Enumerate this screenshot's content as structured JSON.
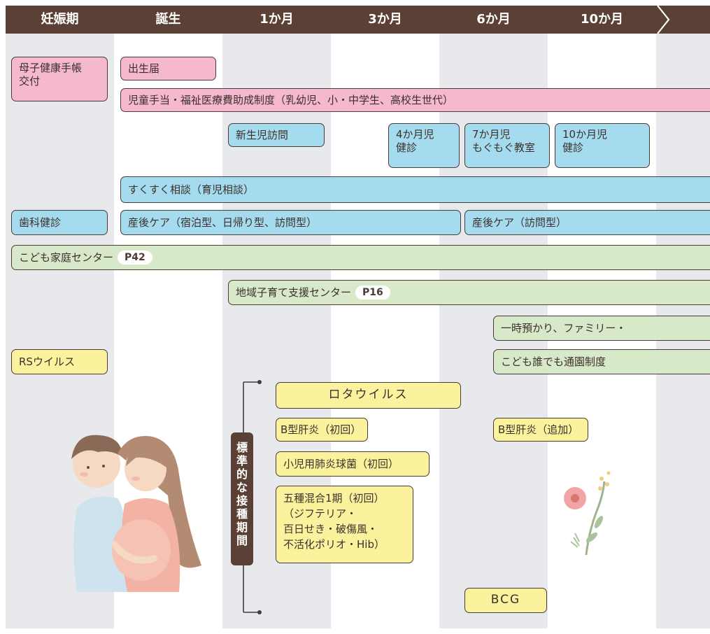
{
  "header": {
    "columns": [
      "妊娠期",
      "誕生",
      "1か月",
      "3か月",
      "6か月",
      "10か月"
    ],
    "arrow_icon": "chevron-right-icon"
  },
  "rows": {
    "boshi_techo": "母子健康手帳\n交付",
    "shusseitodoke": "出生届",
    "jido_teate": "児童手当・福祉医療費助成制度（乳幼児、小・中学生、高校生世代）",
    "shinseiji_homon": "新生児訪問",
    "kenshin_4m": "4か月児\n健診",
    "mogumogu_7m": "7か月児\nもぐもぐ教室",
    "kenshin_10m": "10か月児\n健診",
    "sukusuku": "すくすく相談（育児相談）",
    "shika_kenshin": "歯科健診",
    "sango_care_1": "産後ケア（宿泊型、日帰り型、訪問型）",
    "sango_care_2": "産後ケア（訪問型）",
    "kodomo_katei": "こども家庭センター",
    "kodomo_katei_page": "P42",
    "chiiki_kosodate": "地域子育て支援センター",
    "chiiki_kosodate_page": "P16",
    "ichiji_azukari": "一時預かり、ファミリー・",
    "tsuen_seido": "こども誰でも通園制度"
  },
  "vaccines": {
    "section_label": "標準的な接種期間",
    "rs_virus": "RSウイルス",
    "rota": "ロタウイルス",
    "hepb_first": "B型肝炎（初回）",
    "hepb_additional": "B型肝炎（追加）",
    "pneumococcal": "小児用肺炎球菌（初回）",
    "five_in_one": "五種混合1期（初回）\n（ジフテリア・\n百日せき・破傷風・\n不活化ポリオ・Hib）",
    "bcg": "BCG"
  },
  "colors": {
    "header_bg": "#5b4035",
    "pink": "#f6b8cf",
    "blue": "#a5dbee",
    "green": "#d7e9c9",
    "yellow": "#fbf29d",
    "column_shade": "#e7e9ec"
  },
  "illustrations": [
    "expecting-couple-illustration",
    "flower-illustration"
  ]
}
